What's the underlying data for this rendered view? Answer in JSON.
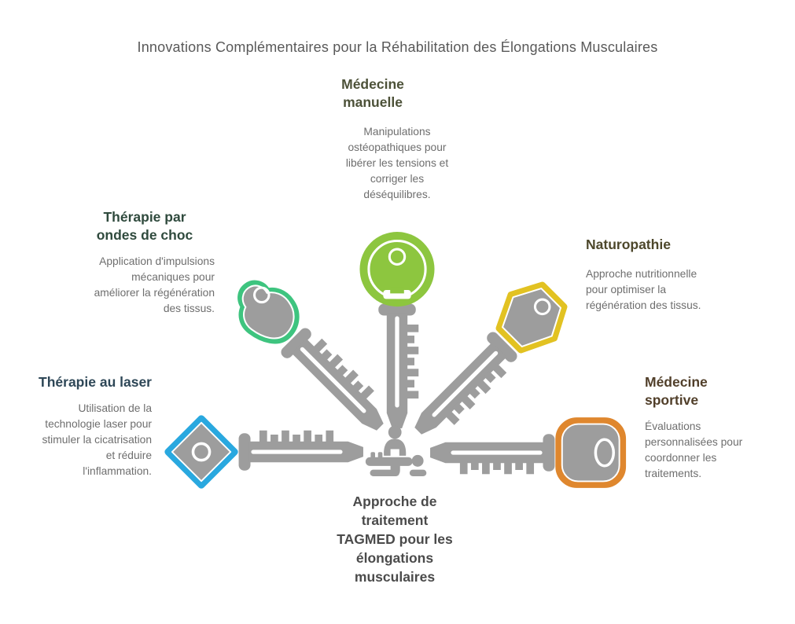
{
  "title": "Innovations Complémentaires pour la Réhabilitation des Élongations Musculaires",
  "center": {
    "label": "Approche de\ntraitement\nTAGMED pour les\nélongations\nmusculaires",
    "label_color": "#4b4b4b",
    "icon": "massage-therapy-icon"
  },
  "items": [
    {
      "id": "medecine-manuelle",
      "title": "Médecine\nmanuelle",
      "description": "Manipulations\nostéopathiques pour\nlibérer les tensions et\ncorriger les\ndéséquilibres.",
      "accent": "#8dc63f",
      "title_color": "#4c5138",
      "key_shape": "round-head-key"
    },
    {
      "id": "therapie-ondes-de-choc",
      "title": "Thérapie par\nondes de choc",
      "description": "Application d'impulsions\nmécaniques pour\naméliorer la régénération\ndes tissus.",
      "accent": "#3ec47f",
      "title_color": "#2f4a3d",
      "key_shape": "clover-head-key"
    },
    {
      "id": "naturopathie",
      "title": "Naturopathie",
      "description": "Approche nutritionnelle\npour optimiser la\nrégénération des tissus.",
      "accent": "#e2c222",
      "title_color": "#4d472b",
      "key_shape": "hexagon-head-key"
    },
    {
      "id": "therapie-au-laser",
      "title": "Thérapie au laser",
      "description": "Utilisation de la\ntechnologie laser pour\nstimuler la cicatrisation\net réduire\nl'inflammation.",
      "accent": "#29a8df",
      "title_color": "#2e4757",
      "key_shape": "diamond-head-key"
    },
    {
      "id": "medecine-sportive",
      "title": "Médecine\nsportive",
      "description": "Évaluations\npersonnalisées pour\ncoordonner les\ntraitements.",
      "accent": "#df872e",
      "title_color": "#513f2a",
      "key_shape": "square-head-key"
    }
  ],
  "colors": {
    "key_gray": "#9d9d9d",
    "body_text": "#6e6e6e",
    "title_text": "#595959",
    "background": "#ffffff"
  }
}
